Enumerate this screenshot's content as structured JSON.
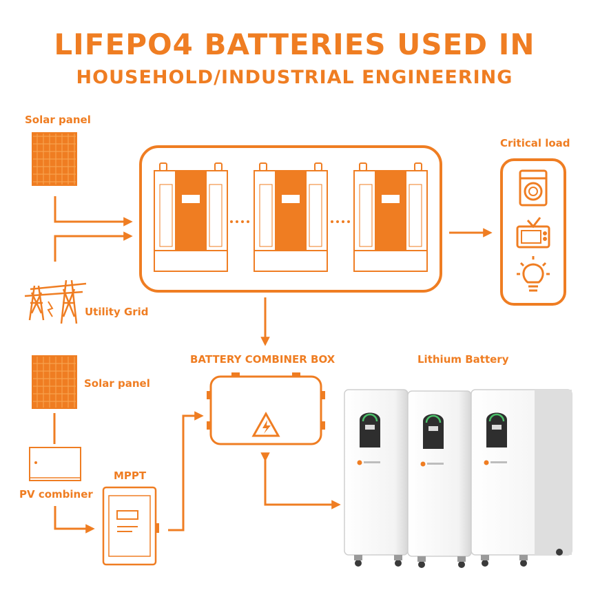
{
  "title": {
    "line1": "LIFEPO4 BATTERIES USED IN",
    "line2": "HOUSEHOLD/INDUSTRIAL ENGINEERING"
  },
  "labels": {
    "solar_panel_top": "Solar panel",
    "critical_load": "Critical load",
    "utility_grid": "Utility Grid",
    "battery_combiner_box": "BATTERY COMBINER BOX",
    "lithium_battery": "Lithium Battery",
    "solar_panel_bottom": "Solar panel",
    "mppt": "MPPT",
    "pv_combiner": "PV combiner"
  },
  "colors": {
    "accent": "#ef7d22",
    "device_white": "#f4f4f4",
    "device_edge": "#cfcfcf"
  },
  "icons": {
    "grid": "power-tower-icon",
    "load1": "washing-machine-icon",
    "load2": "television-icon",
    "load3": "light-bulb-icon",
    "combiner": "high-voltage-warning-icon"
  }
}
